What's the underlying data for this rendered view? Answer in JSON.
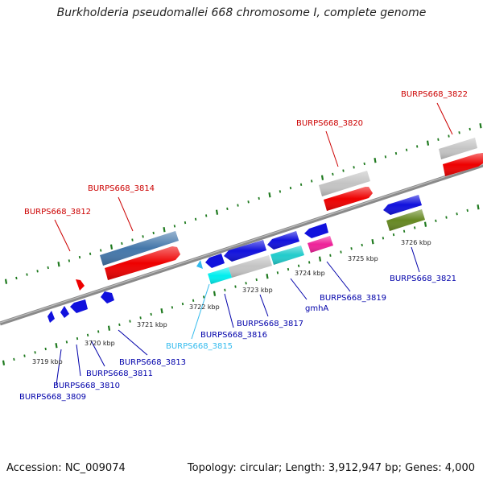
{
  "title": "Burkholderia pseudomallei 668 chromosome I, complete genome",
  "footer": {
    "accession": "Accession: NC_009074",
    "summary": "Topology: circular; Length: 3,912,947 bp; Genes: 4,000"
  },
  "colors": {
    "backbone": "#8a8a8a",
    "tick": "#1f7a1f",
    "forward_label": "#cc0000",
    "reverse_label": "#0000aa",
    "cyan_label": "#33bbee",
    "red_cds": "#ee0000",
    "blue_cds": "#1111dd",
    "steel_gene": "#4477aa",
    "grey_gene": "#c4c4c4",
    "cyan_gene": "#22cccc",
    "magenta_gene": "#ee2299",
    "olive_gene": "#668822"
  },
  "scale_labels": [
    "3719 kbp",
    "3720 kbp",
    "3721 kbp",
    "3722 kbp",
    "3723 kbp",
    "3724 kbp",
    "3725 kbp",
    "3726 kbp"
  ],
  "forward_labels": [
    "BURPS668_3812",
    "BURPS668_3814",
    "BURPS668_3820",
    "BURPS668_3822"
  ],
  "reverse_labels": [
    "BURPS668_3809",
    "BURPS668_3810",
    "BURPS668_3811",
    "BURPS668_3813",
    "BURPS668_3815",
    "BURPS668_3816",
    "BURPS668_3817",
    "gmhA",
    "BURPS668_3819",
    "BURPS668_3821"
  ]
}
